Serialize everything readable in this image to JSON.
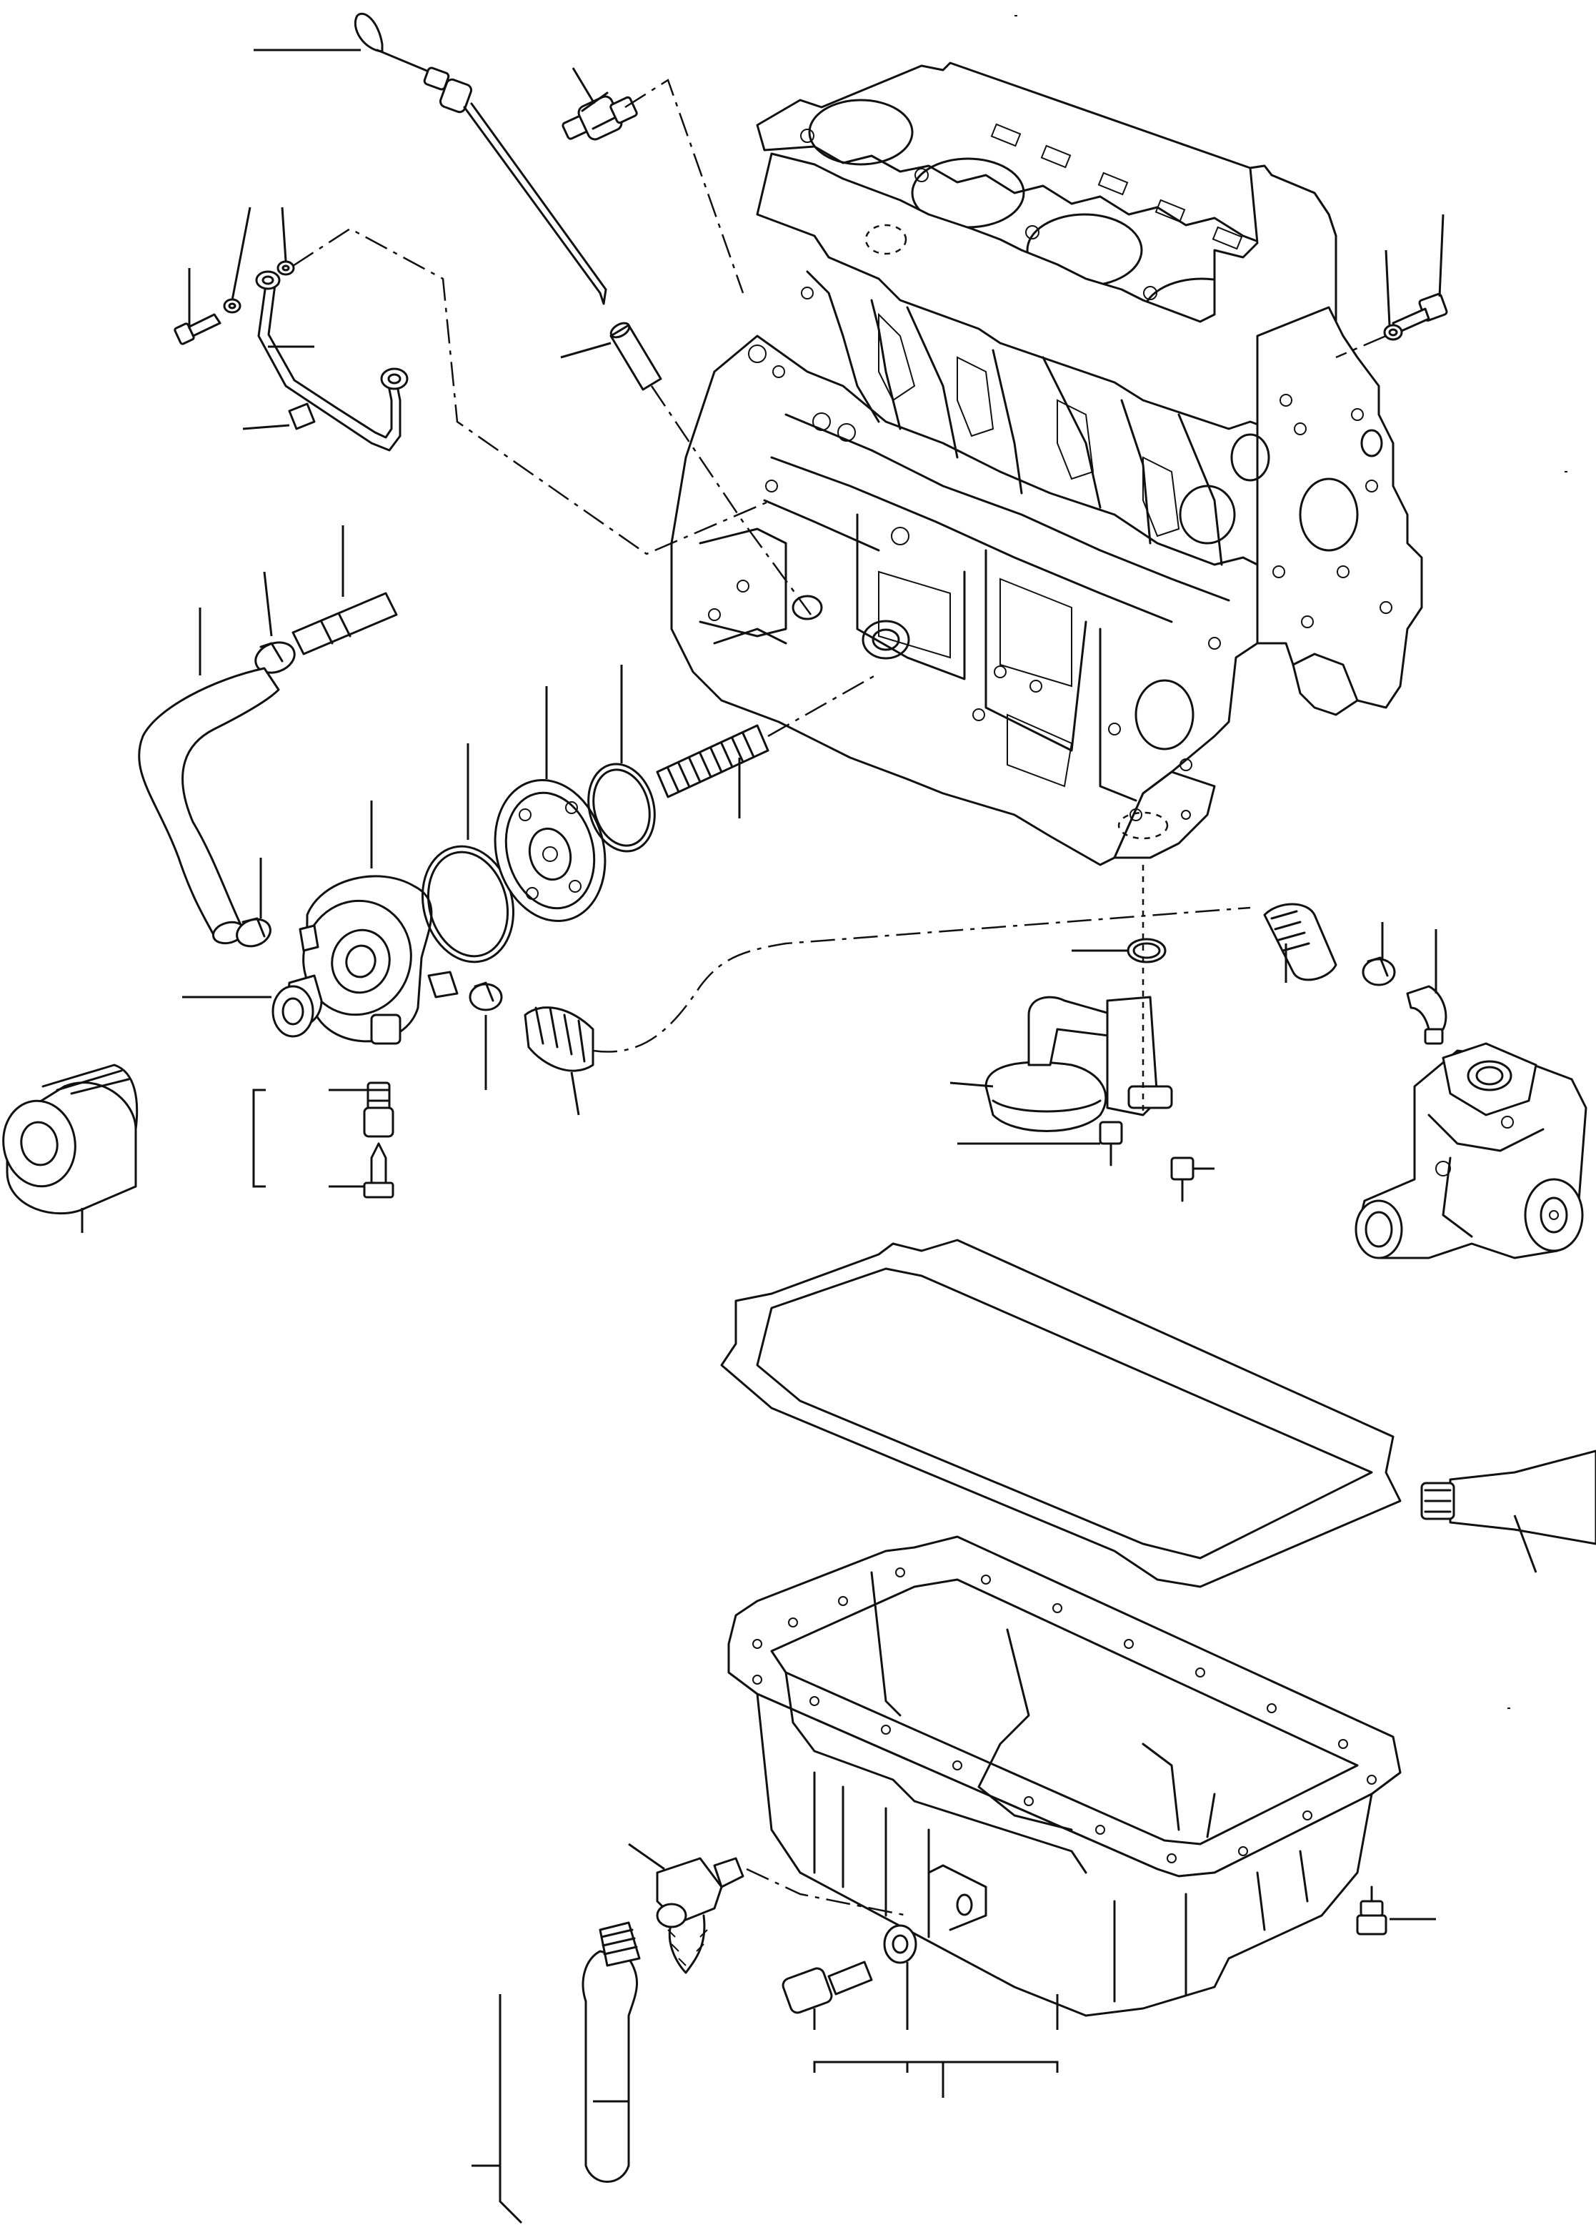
{
  "diagram": {
    "type": "exploded-parts-view",
    "style": "monochrome line art",
    "colors": {
      "line": "#111111",
      "background": "#ffffff"
    },
    "parts": [
      "oil-dipstick",
      "oil-pressure-switch",
      "dipstick-guide-pipe",
      "oil-pipe",
      "pipe-clamp",
      "banjo-bolt",
      "copper-washer",
      "side-bolt",
      "side-washer",
      "hose-nipple",
      "hose-clamp",
      "oil-hose",
      "oil-cooler",
      "o-ring-small",
      "cooler-plate",
      "o-ring-large",
      "threaded-stud",
      "nut",
      "oil-filter",
      "relief-valve",
      "union-bolt",
      "cooler-hose",
      "oil-strainer",
      "strainer-o-ring",
      "strainer-bolt",
      "elbow-fitting",
      "pump-hose",
      "water-pump",
      "oil-pan-gasket",
      "liquid-gasket-tube",
      "oil-pan",
      "drain-valve",
      "drain-hose",
      "drain-plug",
      "drain-washer",
      "pan-bolt",
      "cylinder-block"
    ]
  }
}
